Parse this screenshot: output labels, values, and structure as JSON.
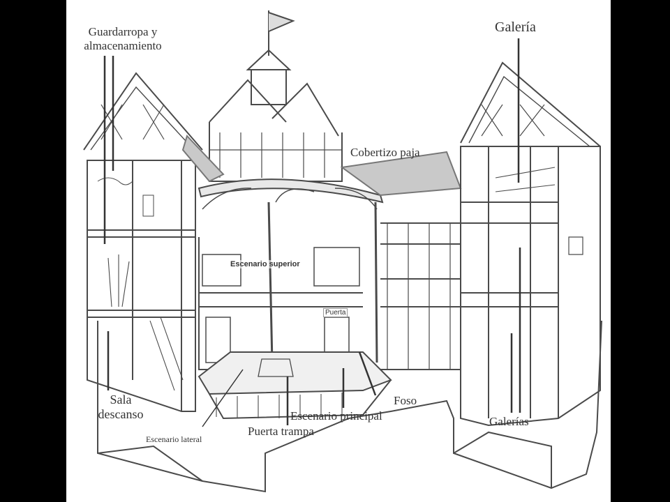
{
  "labels": {
    "wardrobe_l1": "Guardarropa y",
    "wardrobe_l2": "almacenamiento",
    "gallery": "Galería",
    "thatch": "Cobertizo paja",
    "upper_stage": "Escenario superior",
    "door": "Puerta",
    "lounge_l1": "Sala",
    "lounge_l2": "descanso",
    "pit": "Foso",
    "main_stage": "Escenario principal",
    "galleries": "Galerías",
    "trapdoor": "Puerta trampa",
    "side_stage": "Escenario lateral"
  },
  "colors": {
    "ink": "#333333",
    "wood": "#4a4a4a",
    "thatch": "#c9c9c9",
    "paper": "#ffffff",
    "background": "#000000"
  }
}
